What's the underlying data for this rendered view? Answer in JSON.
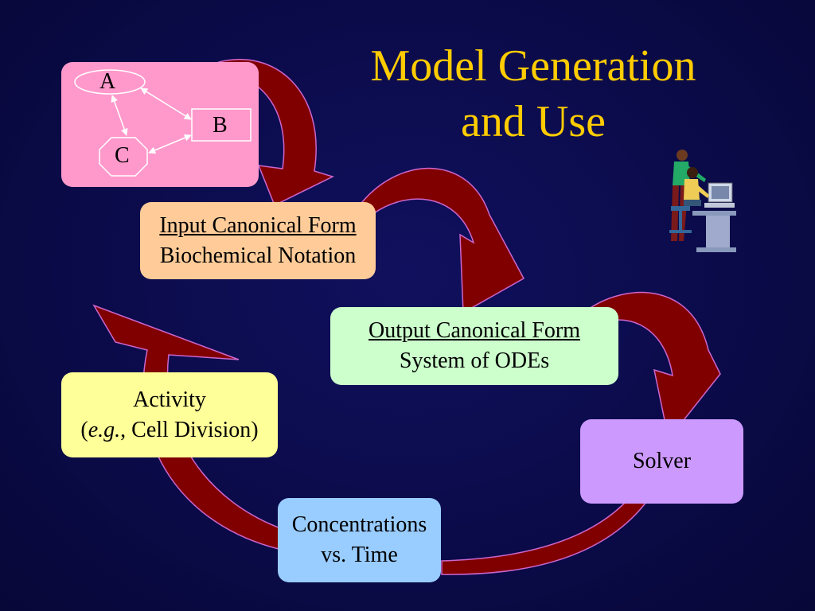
{
  "title": {
    "line1": "Model Generation",
    "line2": "and Use"
  },
  "network": {
    "node_a": "A",
    "node_b": "B",
    "node_c": "C"
  },
  "input_form": {
    "heading": "Input Canonical Form",
    "subtext": "Biochemical Notation"
  },
  "output_form": {
    "heading": "Output Canonical Form",
    "subtext": "System of ODEs"
  },
  "solver": {
    "label": "Solver"
  },
  "concentrations": {
    "line1": "Concentrations",
    "line2": "vs. Time"
  },
  "activity": {
    "line1": "Activity",
    "eg": "e.g.",
    "line2_rest": ", Cell Division)"
  },
  "colors": {
    "background": "#0b0b4a",
    "title": "#ffcc00",
    "arrow": "#800000",
    "arrow_outline": "#cc66cc",
    "network_box": "#ff99cc",
    "input_box": "#ffcc99",
    "output_box": "#ccffcc",
    "solver_box": "#cc99ff",
    "concentrations_box": "#99ccff",
    "activity_box": "#ffff99"
  },
  "icons": [
    "curved-arrow-icon",
    "people-at-computer-icon"
  ]
}
